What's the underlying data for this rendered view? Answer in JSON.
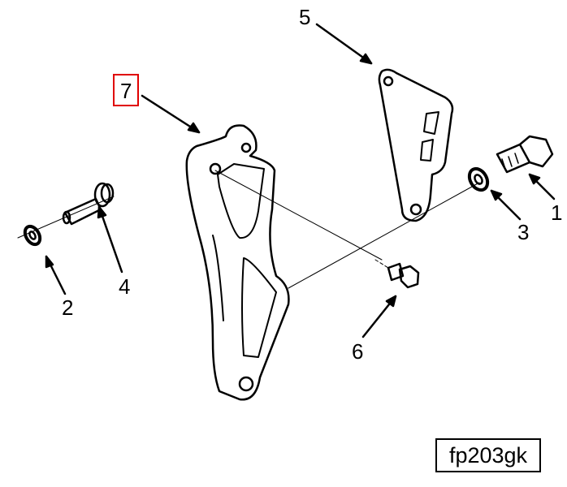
{
  "callouts": [
    {
      "id": "1",
      "label": "1"
    },
    {
      "id": "2",
      "label": "2"
    },
    {
      "id": "3",
      "label": "3"
    },
    {
      "id": "4",
      "label": "4"
    },
    {
      "id": "5",
      "label": "5"
    },
    {
      "id": "6",
      "label": "6"
    },
    {
      "id": "7",
      "label": "7"
    }
  ],
  "highlight_color": "#e00000",
  "figure_code": "fp203gk"
}
